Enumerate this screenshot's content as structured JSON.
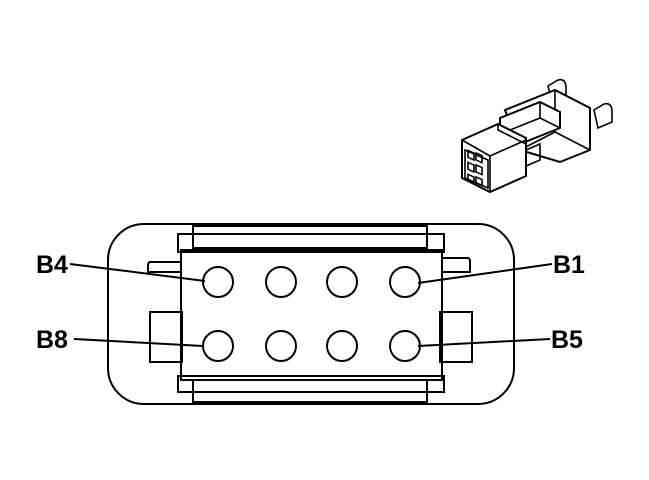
{
  "diagram": {
    "labels": {
      "b4": "B4",
      "b1": "B1",
      "b8": "B8",
      "b5": "B5"
    }
  },
  "colors": {
    "line": "#000000",
    "background": "#ffffff"
  }
}
